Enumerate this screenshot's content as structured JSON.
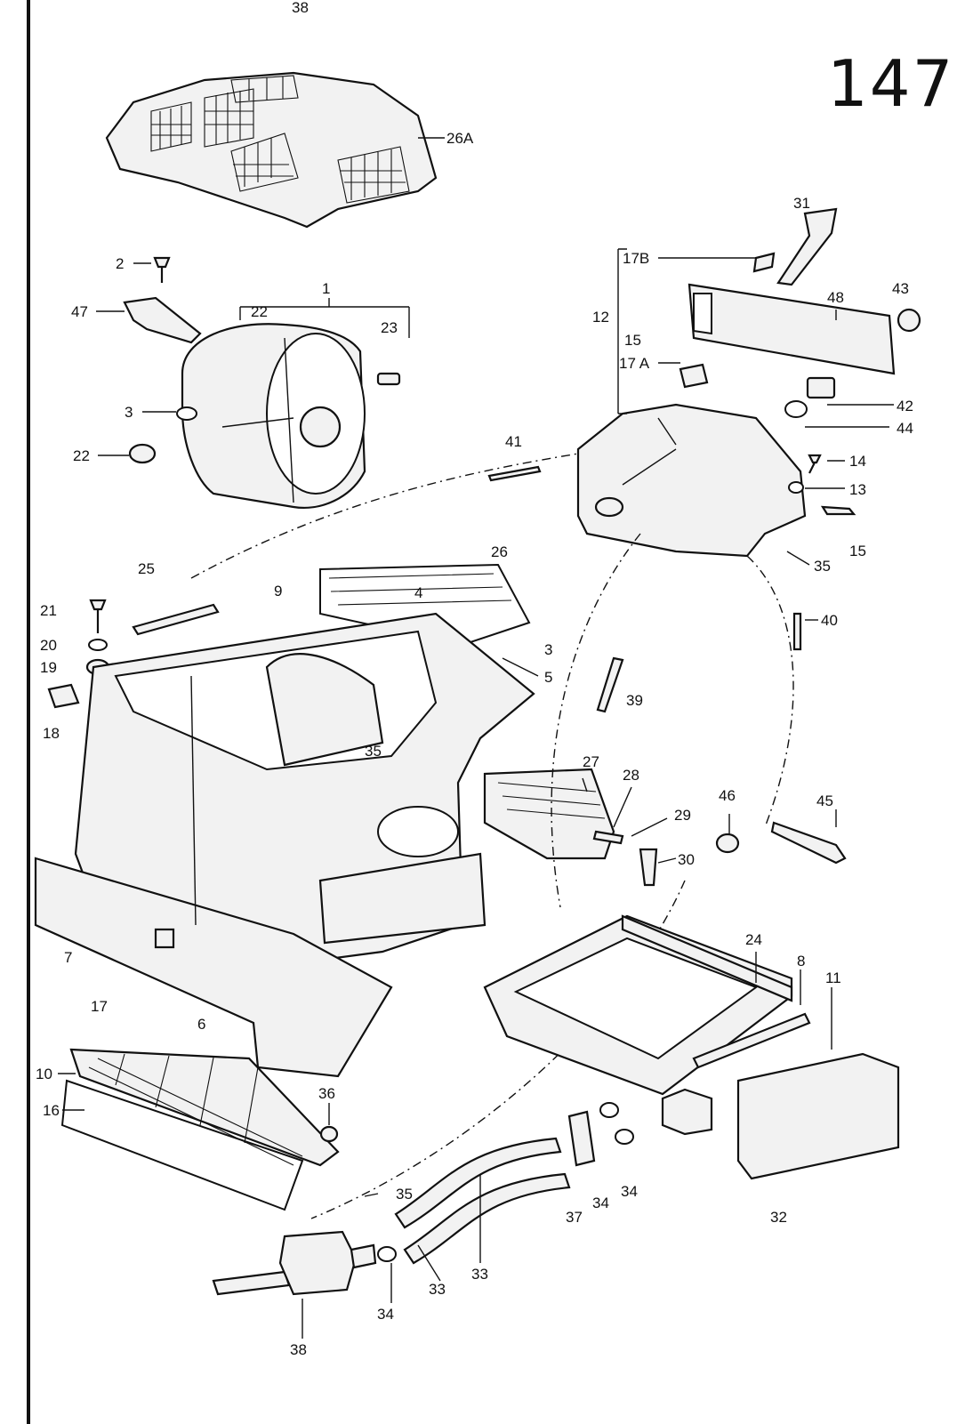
{
  "page": {
    "number": "147",
    "top_label": "38"
  },
  "callouts": [
    {
      "id": "c-26a",
      "text": "26A"
    },
    {
      "id": "c-2",
      "text": "2"
    },
    {
      "id": "c-1",
      "text": "1"
    },
    {
      "id": "c-47",
      "text": "47"
    },
    {
      "id": "c-22a",
      "text": "22"
    },
    {
      "id": "c-23",
      "text": "23"
    },
    {
      "id": "c-3a",
      "text": "3"
    },
    {
      "id": "c-22b",
      "text": "22"
    },
    {
      "id": "c-31",
      "text": "31"
    },
    {
      "id": "c-17b",
      "text": "17B"
    },
    {
      "id": "c-12",
      "text": "12"
    },
    {
      "id": "c-15a",
      "text": "15"
    },
    {
      "id": "c-17a",
      "text": "17 A"
    },
    {
      "id": "c-48",
      "text": "48"
    },
    {
      "id": "c-43",
      "text": "43"
    },
    {
      "id": "c-42",
      "text": "42"
    },
    {
      "id": "c-44",
      "text": "44"
    },
    {
      "id": "c-41",
      "text": "41"
    },
    {
      "id": "c-14",
      "text": "14"
    },
    {
      "id": "c-13",
      "text": "13"
    },
    {
      "id": "c-15b",
      "text": "15"
    },
    {
      "id": "c-35a",
      "text": "35"
    },
    {
      "id": "c-26",
      "text": "26"
    },
    {
      "id": "c-25",
      "text": "25"
    },
    {
      "id": "c-21",
      "text": "21"
    },
    {
      "id": "c-9",
      "text": "9"
    },
    {
      "id": "c-4",
      "text": "4"
    },
    {
      "id": "c-40",
      "text": "40"
    },
    {
      "id": "c-20",
      "text": "20"
    },
    {
      "id": "c-3b",
      "text": "3"
    },
    {
      "id": "c-19",
      "text": "19"
    },
    {
      "id": "c-5",
      "text": "5"
    },
    {
      "id": "c-39",
      "text": "39"
    },
    {
      "id": "c-18",
      "text": "18"
    },
    {
      "id": "c-35b",
      "text": "35"
    },
    {
      "id": "c-27",
      "text": "27"
    },
    {
      "id": "c-28",
      "text": "28"
    },
    {
      "id": "c-29",
      "text": "29"
    },
    {
      "id": "c-46",
      "text": "46"
    },
    {
      "id": "c-45",
      "text": "45"
    },
    {
      "id": "c-30",
      "text": "30"
    },
    {
      "id": "c-24",
      "text": "24"
    },
    {
      "id": "c-7",
      "text": "7"
    },
    {
      "id": "c-8",
      "text": "8"
    },
    {
      "id": "c-11",
      "text": "11"
    },
    {
      "id": "c-17",
      "text": "17"
    },
    {
      "id": "c-6",
      "text": "6"
    },
    {
      "id": "c-10",
      "text": "10"
    },
    {
      "id": "c-36",
      "text": "36"
    },
    {
      "id": "c-16",
      "text": "16"
    },
    {
      "id": "c-35c",
      "text": "35"
    },
    {
      "id": "c-37",
      "text": "37"
    },
    {
      "id": "c-34a",
      "text": "34"
    },
    {
      "id": "c-34b",
      "text": "34"
    },
    {
      "id": "c-32",
      "text": "32"
    },
    {
      "id": "c-33a",
      "text": "33"
    },
    {
      "id": "c-33b",
      "text": "33"
    },
    {
      "id": "c-34c",
      "text": "34"
    },
    {
      "id": "c-38",
      "text": "38"
    }
  ]
}
